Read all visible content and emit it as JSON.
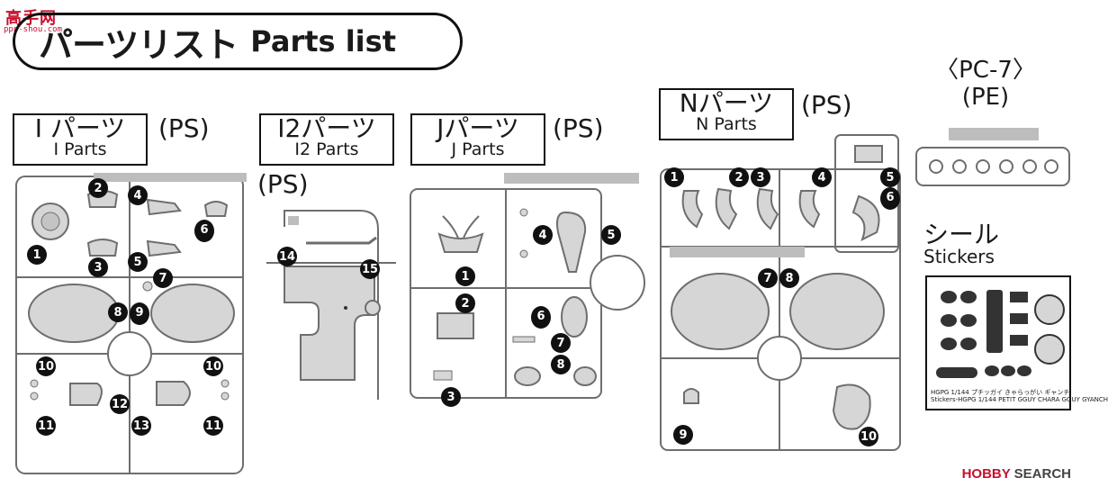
{
  "watermark": {
    "name": "高手网",
    "url": "ppn-shou.com"
  },
  "title": {
    "jp": "パーツリスト",
    "en": "Parts list"
  },
  "groups": {
    "i": {
      "jp": "I パーツ",
      "en": "I Parts",
      "material": "(PS)"
    },
    "i2": {
      "jp": "I2パーツ",
      "en": "I2 Parts",
      "material": "(PS)"
    },
    "j": {
      "jp": "Jパーツ",
      "en": "J Parts",
      "material": "(PS)"
    },
    "n": {
      "jp": "Nパーツ",
      "en": "N Parts",
      "material": "(PS)"
    },
    "pc": {
      "name": "〈PC-7〉",
      "material": "(PE)"
    }
  },
  "stickers": {
    "jp": "シール",
    "en": "Stickers",
    "caption1": "HGPG 1/144 プチッガイ きゃらっがい ギャンチ",
    "caption2": "Stickers-HGPG 1/144 PETIT GGUY CHARA GGUY GYANCH"
  },
  "footer": {
    "hobby": "HOBBY",
    "search": "SEARCH"
  },
  "badges": {
    "i": [
      "1",
      "2",
      "3",
      "4",
      "5",
      "6",
      "7",
      "8",
      "9",
      "10",
      "10",
      "11",
      "11",
      "12",
      "13"
    ],
    "i2": [
      "14",
      "15"
    ],
    "j": [
      "1",
      "2",
      "3",
      "4",
      "5",
      "6",
      "7",
      "8"
    ],
    "n": [
      "1",
      "2",
      "3",
      "4",
      "5",
      "6",
      "7",
      "8",
      "9",
      "10"
    ]
  },
  "colors": {
    "sprue": "#d6d6d6",
    "outline": "#6e6e6e",
    "badge": "#111111",
    "brand": "#c8102e"
  }
}
